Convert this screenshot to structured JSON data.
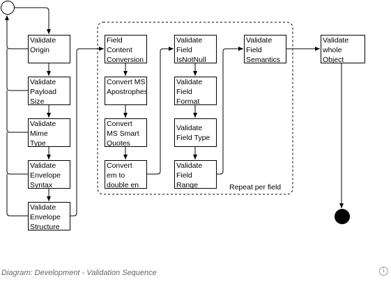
{
  "diagram": {
    "nodes": [
      {
        "id": "validate-origin",
        "label": "Validate\nOrigin"
      },
      {
        "id": "validate-payload-size",
        "label": "Validate\nPayload\nSize"
      },
      {
        "id": "validate-mime-type",
        "label": "Validate\nMime\nType"
      },
      {
        "id": "validate-envelope-syntax",
        "label": "Validate\nEnvelope\nSyntax"
      },
      {
        "id": "validate-envelope-structure",
        "label": "Validate\nEnvelope\nStructure"
      },
      {
        "id": "field-content-conversion",
        "label": "Field\nContent\nConversion"
      },
      {
        "id": "convert-ms-apostrophes",
        "label": "Convert MS\nApostrophes"
      },
      {
        "id": "convert-ms-smart-quotes",
        "label": "Convert\nMS Smart\nQuotes"
      },
      {
        "id": "convert-em-to-double-en",
        "label": "Convert\nem to\ndouble en"
      },
      {
        "id": "validate-field-isnotnull",
        "label": "Validate\nField\nIsNotNull"
      },
      {
        "id": "validate-field-format",
        "label": "Validate\nField\nFormat"
      },
      {
        "id": "validate-field-type",
        "label": "Validate\nField Type"
      },
      {
        "id": "validate-field-range",
        "label": "Validate\nField\nRange"
      },
      {
        "id": "validate-field-semantics",
        "label": "Validate\nField\nSemantics"
      },
      {
        "id": "validate-whole-object",
        "label": "Validate\nwhole\nObject"
      }
    ],
    "loop_label": "Repeat per field",
    "caption": "Diagram: Development - Validation Sequence",
    "info_icon": "i"
  }
}
